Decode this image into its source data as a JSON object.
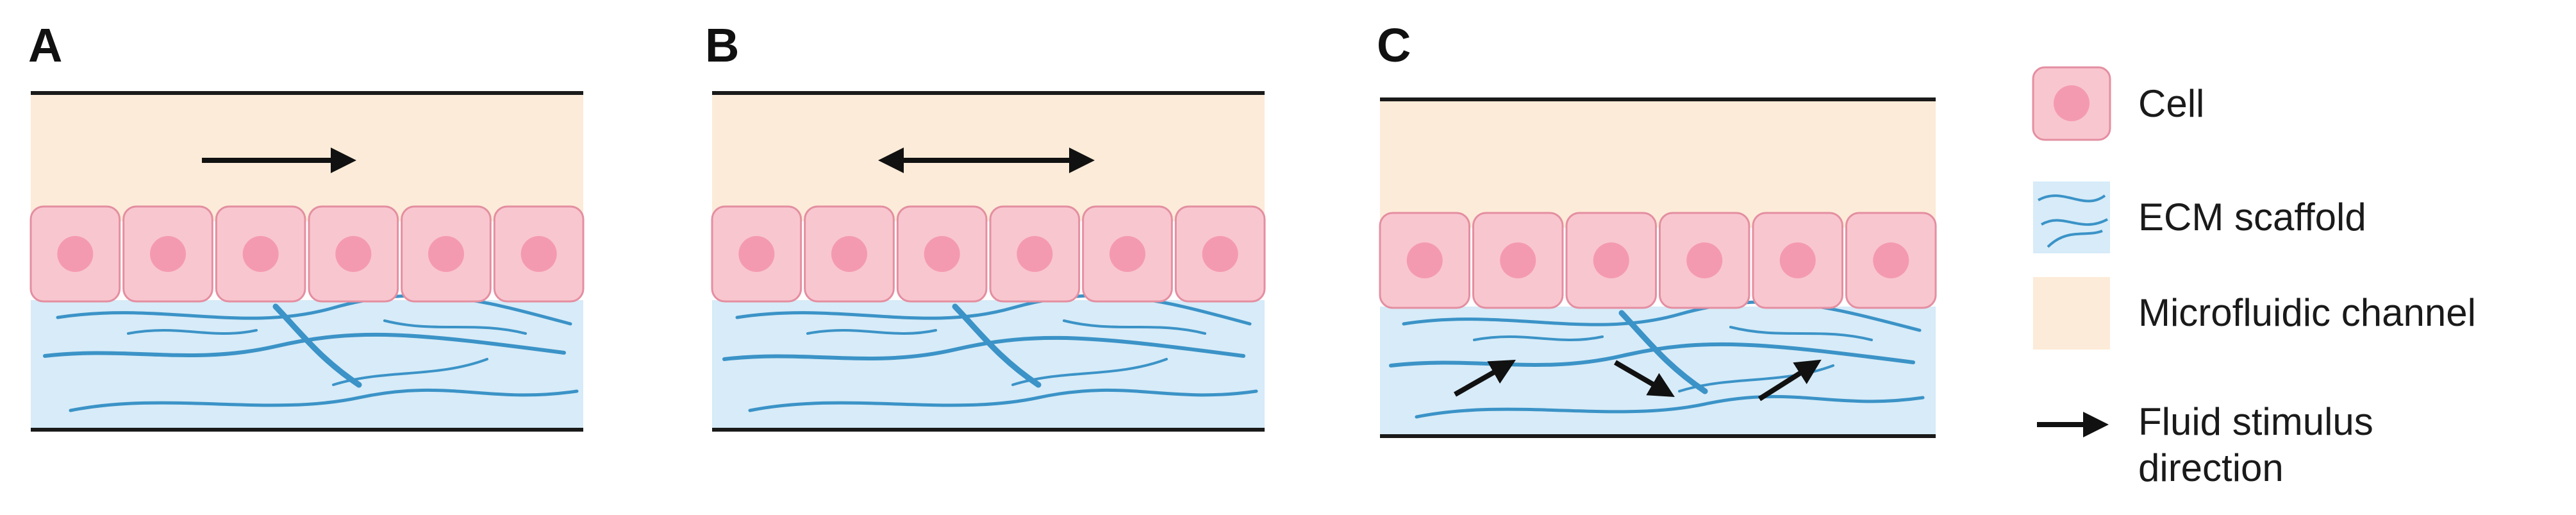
{
  "panels": [
    {
      "label": "A",
      "flow": "unidirectional"
    },
    {
      "label": "B",
      "flow": "bidirectional"
    },
    {
      "label": "C",
      "flow": "interstitial"
    }
  ],
  "legend": {
    "cell": "Cell",
    "ecm": "ECM scaffold",
    "channel": "Microfluidic channel",
    "fluid_line1": "Fluid stimulus",
    "fluid_line2": "direction"
  },
  "colors": {
    "channel": "#fcebd8",
    "ecm_bg": "#d7ebf8",
    "cell_fill": "#f8c6cf",
    "cell_border": "#e48fa1",
    "nucleus": "#f49ab0",
    "fiber": "#3b93c7",
    "arrow": "#111111"
  }
}
